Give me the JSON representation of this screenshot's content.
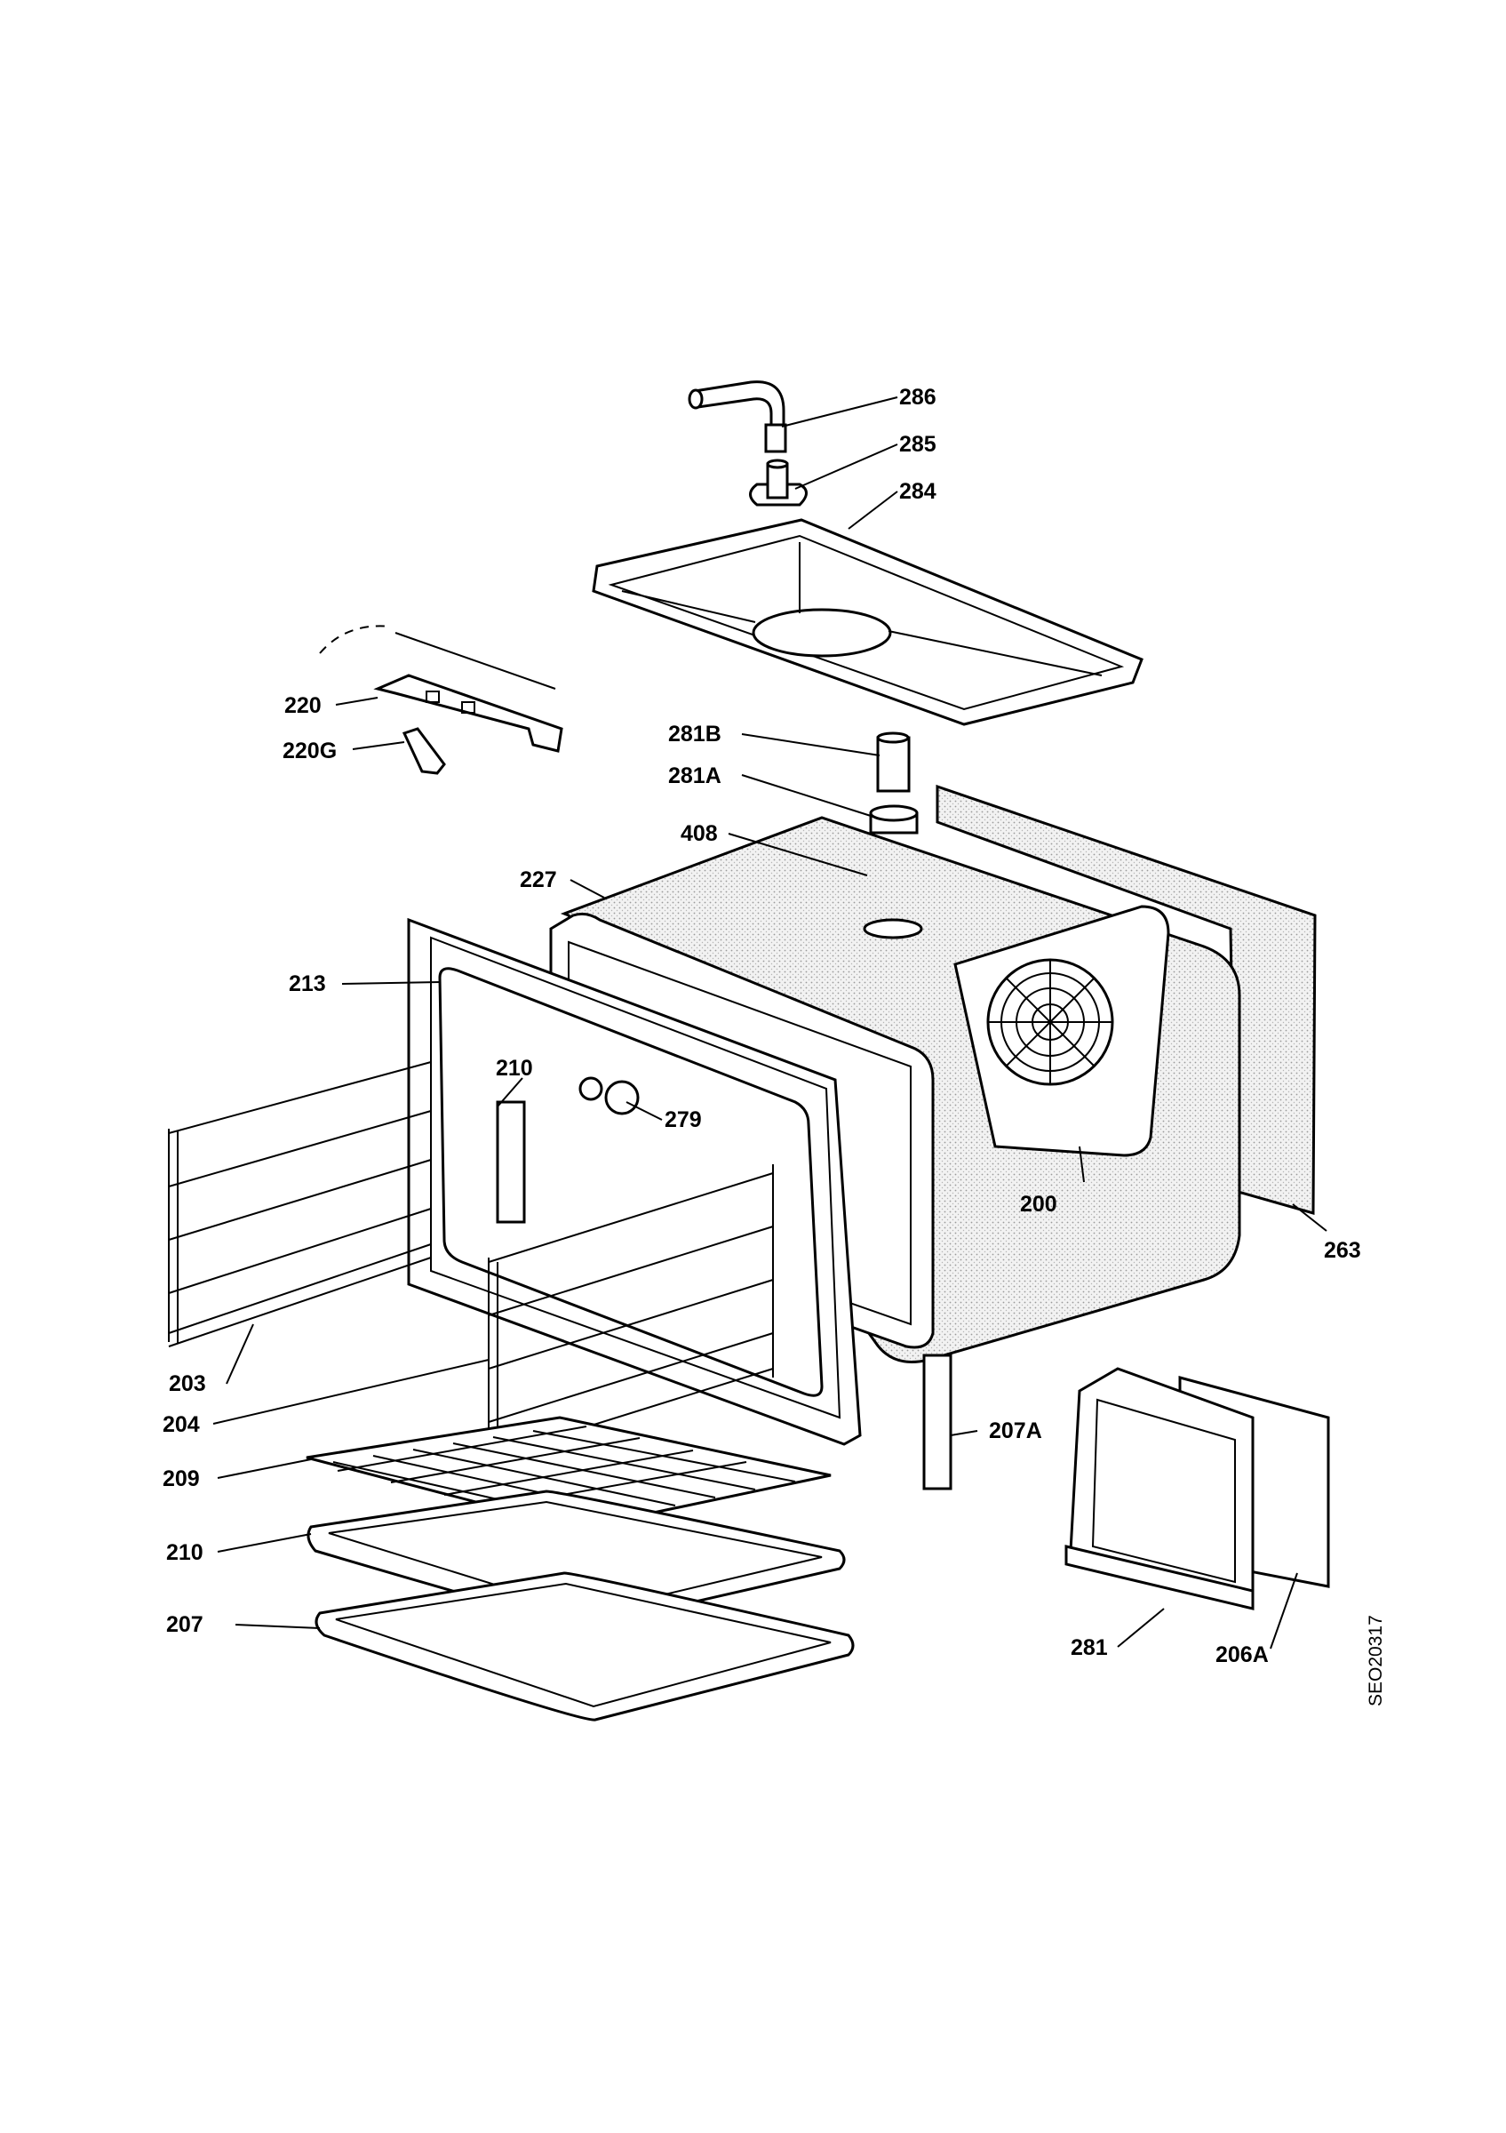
{
  "diagram": {
    "drawing_code": "SEO20317",
    "callouts": [
      {
        "id": "286",
        "text": "286"
      },
      {
        "id": "285",
        "text": "285"
      },
      {
        "id": "284",
        "text": "284"
      },
      {
        "id": "220",
        "text": "220"
      },
      {
        "id": "220G",
        "text": "220G"
      },
      {
        "id": "281B",
        "text": "281B"
      },
      {
        "id": "281A",
        "text": "281A"
      },
      {
        "id": "408",
        "text": "408"
      },
      {
        "id": "227",
        "text": "227"
      },
      {
        "id": "213",
        "text": "213"
      },
      {
        "id": "210a",
        "text": "210"
      },
      {
        "id": "279",
        "text": "279"
      },
      {
        "id": "200",
        "text": "200"
      },
      {
        "id": "263",
        "text": "263"
      },
      {
        "id": "203",
        "text": "203"
      },
      {
        "id": "204",
        "text": "204"
      },
      {
        "id": "209",
        "text": "209"
      },
      {
        "id": "210b",
        "text": "210"
      },
      {
        "id": "207",
        "text": "207"
      },
      {
        "id": "207A",
        "text": "207A"
      },
      {
        "id": "281",
        "text": "281"
      },
      {
        "id": "206A",
        "text": "206A"
      }
    ]
  }
}
